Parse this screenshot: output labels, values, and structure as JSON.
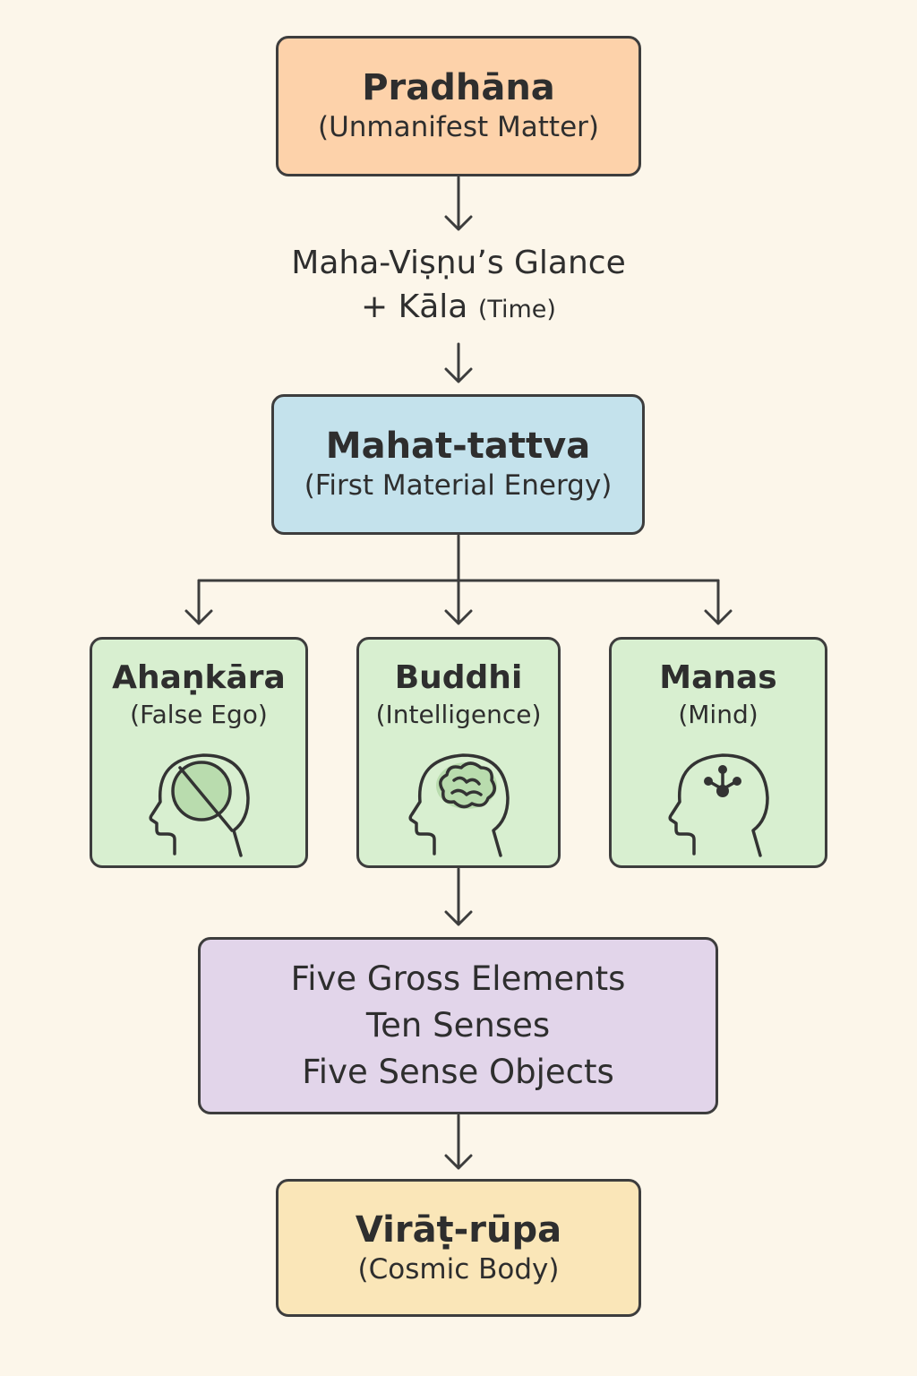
{
  "pradhana": {
    "title": "Pradhāna",
    "subtitle": "(Unmanifest Matter)"
  },
  "catalyst": {
    "line1": "Maha-Viṣṇu’s Glance",
    "line2_main": "+ Kāla",
    "line2_small": "(Time)"
  },
  "mahat": {
    "title": "Mahat-tattva",
    "subtitle": "(First Material Energy)"
  },
  "branches": [
    {
      "title": "Ahaṇkāra",
      "subtitle": "(False Ego)",
      "icon": "head-crossed-icon"
    },
    {
      "title": "Buddhi",
      "subtitle": "(Intelligence)",
      "icon": "head-brain-icon"
    },
    {
      "title": "Manas",
      "subtitle": "(Mind)",
      "icon": "head-network-icon"
    }
  ],
  "gross": {
    "lines": [
      "Five Gross Elements",
      "Ten Senses",
      "Five Sense Objects"
    ]
  },
  "virat": {
    "title": "Virāṭ-rūpa",
    "subtitle": "(Cosmic Body)"
  },
  "colors": {
    "background": "#fcf6ea",
    "pradhana": "#fdd2aa",
    "mahat": "#c4e2ec",
    "branches": "#d8efd0",
    "gross": "#e2d5ea",
    "virat": "#fae6b8",
    "stroke": "#3d3d3d"
  }
}
